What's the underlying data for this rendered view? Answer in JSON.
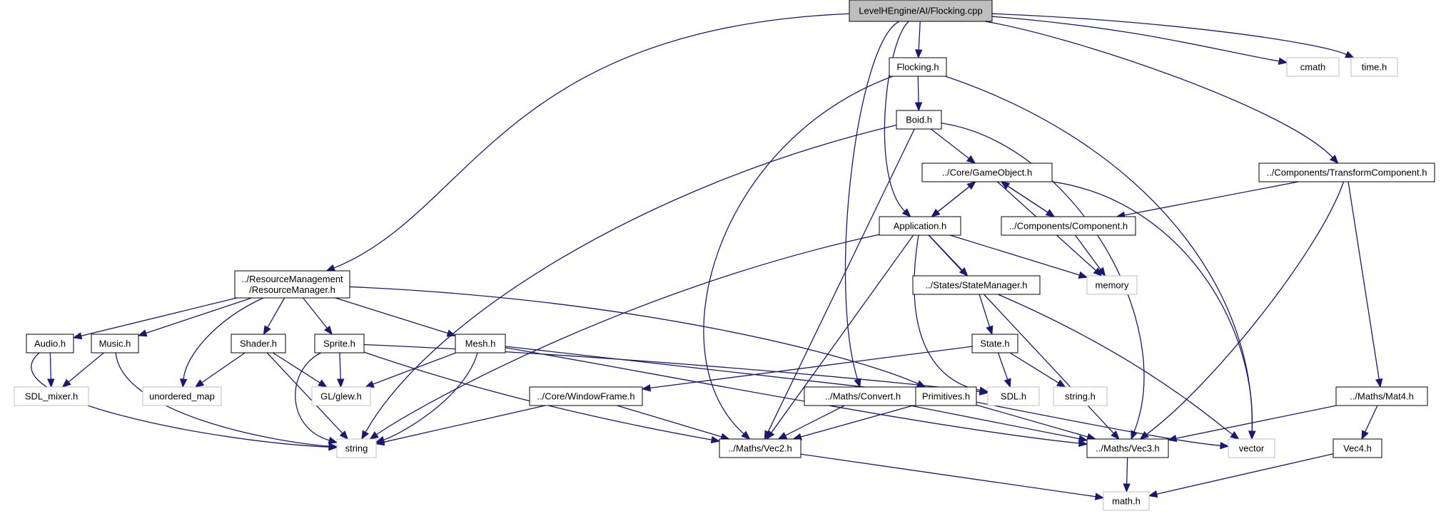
{
  "graph": {
    "nodes": [
      {
        "id": "root",
        "label": "LevelHEngine/AI/Flocking.cpp",
        "kind": "root"
      },
      {
        "id": "flocking_h",
        "label": "Flocking.h",
        "kind": "doc"
      },
      {
        "id": "cmath",
        "label": "cmath",
        "kind": "ext"
      },
      {
        "id": "time_h",
        "label": "time.h",
        "kind": "ext"
      },
      {
        "id": "boid_h",
        "label": "Boid.h",
        "kind": "doc"
      },
      {
        "id": "gameobject_h",
        "label": "../Core/GameObject.h",
        "kind": "doc"
      },
      {
        "id": "transform_h",
        "label": "../Components/TransformComponent.h",
        "kind": "doc"
      },
      {
        "id": "application_h",
        "label": "Application.h",
        "kind": "doc"
      },
      {
        "id": "component_h",
        "label": "../Components/Component.h",
        "kind": "doc"
      },
      {
        "id": "resmgr_h",
        "label": [
          "../ResourceManagement",
          "/ResourceManager.h"
        ],
        "kind": "doc"
      },
      {
        "id": "statemgr_h",
        "label": "../States/StateManager.h",
        "kind": "doc"
      },
      {
        "id": "memory",
        "label": "memory",
        "kind": "ext"
      },
      {
        "id": "audio_h",
        "label": "Audio.h",
        "kind": "doc"
      },
      {
        "id": "music_h",
        "label": "Music.h",
        "kind": "doc"
      },
      {
        "id": "shader_h",
        "label": "Shader.h",
        "kind": "doc"
      },
      {
        "id": "sprite_h",
        "label": "Sprite.h",
        "kind": "doc"
      },
      {
        "id": "mesh_h",
        "label": "Mesh.h",
        "kind": "doc"
      },
      {
        "id": "state_h",
        "label": "State.h",
        "kind": "doc"
      },
      {
        "id": "sdl_mixer_h",
        "label": "SDL_mixer.h",
        "kind": "ext"
      },
      {
        "id": "unordered_map",
        "label": "unordered_map",
        "kind": "ext"
      },
      {
        "id": "glew_h",
        "label": "GL/glew.h",
        "kind": "ext"
      },
      {
        "id": "windowframe_h",
        "label": "../Core/WindowFrame.h",
        "kind": "doc"
      },
      {
        "id": "convert_h",
        "label": "../Maths/Convert.h",
        "kind": "doc"
      },
      {
        "id": "primitives_h",
        "label": "Primitives.h",
        "kind": "doc"
      },
      {
        "id": "sdl_h",
        "label": "SDL.h",
        "kind": "ext"
      },
      {
        "id": "string_h",
        "label": "string.h",
        "kind": "ext"
      },
      {
        "id": "mat4_h",
        "label": "../Maths/Mat4.h",
        "kind": "doc"
      },
      {
        "id": "string",
        "label": "string",
        "kind": "ext"
      },
      {
        "id": "vec2_h",
        "label": "../Maths/Vec2.h",
        "kind": "doc"
      },
      {
        "id": "vec3_h",
        "label": "../Maths/Vec3.h",
        "kind": "doc"
      },
      {
        "id": "vector",
        "label": "vector",
        "kind": "ext"
      },
      {
        "id": "vec4_h",
        "label": "Vec4.h",
        "kind": "doc"
      },
      {
        "id": "math_h",
        "label": "math.h",
        "kind": "ext"
      }
    ],
    "edges": [
      {
        "from": "root",
        "to": "flocking_h"
      },
      {
        "from": "root",
        "to": "cmath"
      },
      {
        "from": "root",
        "to": "time_h"
      },
      {
        "from": "root",
        "to": "transform_h"
      },
      {
        "from": "root",
        "to": "resmgr_h"
      },
      {
        "from": "root",
        "to": "application_h"
      },
      {
        "from": "root",
        "to": "convert_h"
      },
      {
        "from": "flocking_h",
        "to": "boid_h"
      },
      {
        "from": "flocking_h",
        "to": "vec2_h"
      },
      {
        "from": "flocking_h",
        "to": "vector"
      },
      {
        "from": "boid_h",
        "to": "gameobject_h"
      },
      {
        "from": "boid_h",
        "to": "string"
      },
      {
        "from": "boid_h",
        "to": "vec2_h"
      },
      {
        "from": "boid_h",
        "to": "vec3_h"
      },
      {
        "from": "gameobject_h",
        "to": "application_h"
      },
      {
        "from": "application_h",
        "to": "gameobject_h"
      },
      {
        "from": "gameobject_h",
        "to": "component_h"
      },
      {
        "from": "component_h",
        "to": "gameobject_h"
      },
      {
        "from": "gameobject_h",
        "to": "memory"
      },
      {
        "from": "gameobject_h",
        "to": "vector"
      },
      {
        "from": "transform_h",
        "to": "component_h"
      },
      {
        "from": "transform_h",
        "to": "mat4_h"
      },
      {
        "from": "transform_h",
        "to": "vec3_h"
      },
      {
        "from": "component_h",
        "to": "memory"
      },
      {
        "from": "application_h",
        "to": "memory"
      },
      {
        "from": "application_h",
        "to": "statemgr_h"
      },
      {
        "from": "application_h",
        "to": "sdl_h"
      },
      {
        "from": "application_h",
        "to": "string"
      },
      {
        "from": "application_h",
        "to": "vec2_h"
      },
      {
        "from": "application_h",
        "to": "vec3_h"
      },
      {
        "from": "resmgr_h",
        "to": "audio_h"
      },
      {
        "from": "resmgr_h",
        "to": "music_h"
      },
      {
        "from": "resmgr_h",
        "to": "unordered_map"
      },
      {
        "from": "resmgr_h",
        "to": "shader_h"
      },
      {
        "from": "resmgr_h",
        "to": "sprite_h"
      },
      {
        "from": "resmgr_h",
        "to": "mesh_h"
      },
      {
        "from": "resmgr_h",
        "to": "primitives_h"
      },
      {
        "from": "statemgr_h",
        "to": "state_h"
      },
      {
        "from": "statemgr_h",
        "to": "vector"
      },
      {
        "from": "state_h",
        "to": "windowframe_h"
      },
      {
        "from": "state_h",
        "to": "sdl_h"
      },
      {
        "from": "state_h",
        "to": "string_h"
      },
      {
        "from": "audio_h",
        "to": "sdl_mixer_h"
      },
      {
        "from": "audio_h",
        "to": "string"
      },
      {
        "from": "music_h",
        "to": "sdl_mixer_h"
      },
      {
        "from": "music_h",
        "to": "string"
      },
      {
        "from": "shader_h",
        "to": "unordered_map"
      },
      {
        "from": "shader_h",
        "to": "glew_h"
      },
      {
        "from": "shader_h",
        "to": "string"
      },
      {
        "from": "sprite_h",
        "to": "glew_h"
      },
      {
        "from": "sprite_h",
        "to": "string"
      },
      {
        "from": "sprite_h",
        "to": "vec2_h"
      },
      {
        "from": "sprite_h",
        "to": "sdl_h"
      },
      {
        "from": "mesh_h",
        "to": "glew_h"
      },
      {
        "from": "mesh_h",
        "to": "string"
      },
      {
        "from": "mesh_h",
        "to": "primitives_h"
      },
      {
        "from": "mesh_h",
        "to": "vec3_h"
      },
      {
        "from": "windowframe_h",
        "to": "string"
      },
      {
        "from": "windowframe_h",
        "to": "vec2_h"
      },
      {
        "from": "convert_h",
        "to": "vec2_h"
      },
      {
        "from": "convert_h",
        "to": "vec3_h"
      },
      {
        "from": "primitives_h",
        "to": "vec2_h"
      },
      {
        "from": "primitives_h",
        "to": "vec3_h"
      },
      {
        "from": "primitives_h",
        "to": "vector"
      },
      {
        "from": "mat4_h",
        "to": "vec3_h"
      },
      {
        "from": "mat4_h",
        "to": "vec4_h"
      },
      {
        "from": "vec2_h",
        "to": "math_h"
      },
      {
        "from": "vec3_h",
        "to": "math_h"
      },
      {
        "from": "vec4_h",
        "to": "math_h"
      }
    ]
  },
  "colors": {
    "edge": "#191970",
    "root_fill": "#bfbfbf",
    "doc_border": "#000000",
    "ext_border": "#bfbfbf",
    "background": "#ffffff"
  }
}
